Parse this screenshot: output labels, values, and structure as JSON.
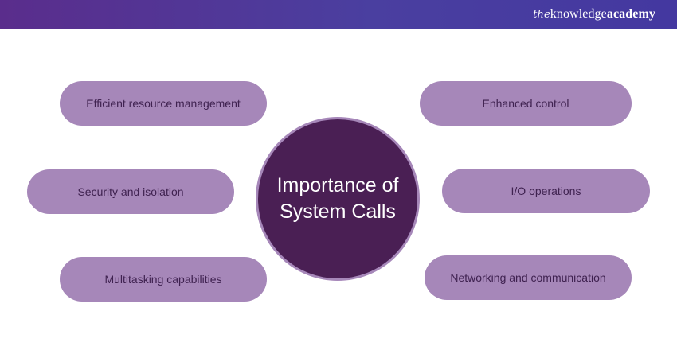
{
  "brand": {
    "the": "the",
    "knowledge": "knowledge",
    "academy": "academy"
  },
  "hub": {
    "title": "Importance of System Calls"
  },
  "items": {
    "efficient_resource": "Efficient resource management",
    "security": "Security and isolation",
    "multitasking": "Multitasking capabilities",
    "enhanced_control": "Enhanced control",
    "io": "I/O operations",
    "networking": "Networking and communication"
  },
  "colors": {
    "header": "#4a3fa0",
    "pill": "#a687b9",
    "pill_text": "#3f2250",
    "hub": "#4a1f54",
    "hub_ring": "#a687b9"
  }
}
